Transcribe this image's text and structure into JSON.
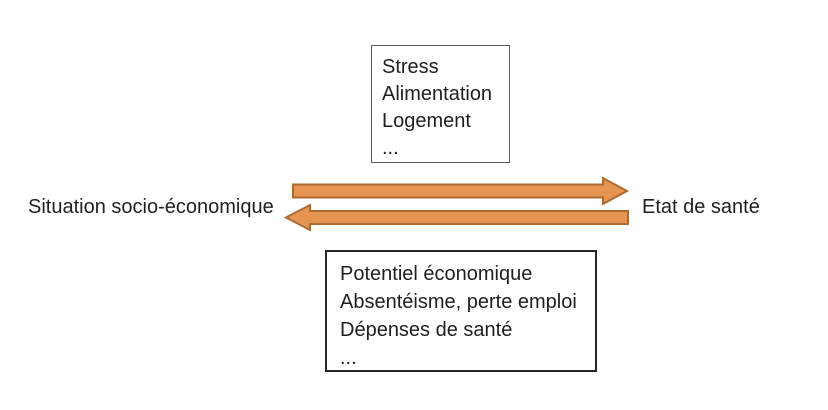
{
  "diagram": {
    "background_color": "#ffffff",
    "text_color": "#1f1f1f",
    "left_node": {
      "label": "Situation socio-économique"
    },
    "right_node": {
      "label": "Etat de santé"
    },
    "top_box": {
      "lines": [
        "Stress",
        "Alimentation",
        "Logement",
        "..."
      ],
      "border_color": "#595959"
    },
    "bottom_box": {
      "lines": [
        "Potentiel économique",
        "Absentéisme, perte emploi",
        "Dépenses de santé",
        "..."
      ],
      "border_color": "#262626"
    },
    "arrows": {
      "fill": "#E59551",
      "stroke": "#AC6B33",
      "forward_direction": "left-to-right",
      "backward_direction": "right-to-left"
    }
  }
}
